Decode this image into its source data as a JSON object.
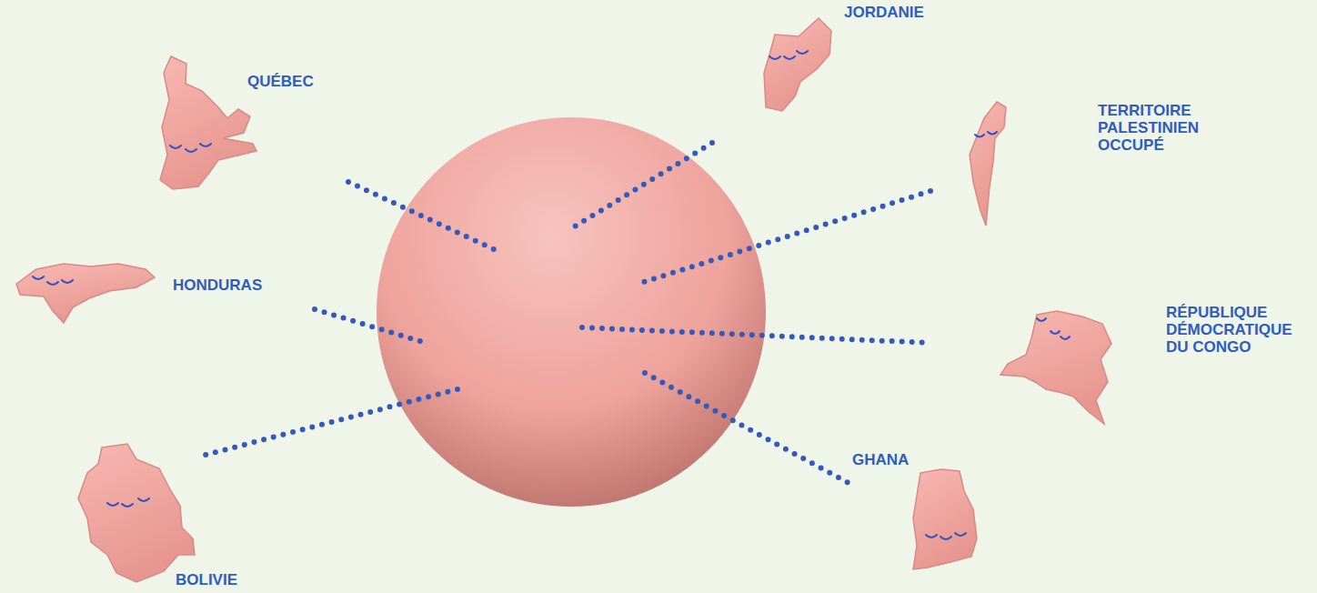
{
  "diagram": {
    "labels": [
      "QUÉBEC",
      "HONDURAS",
      "BOLIVIE",
      "JORDANIE",
      "TERRITOIRE PALESTINIEN OCCUPÉ",
      "RÉPUBLIQUE DÉMOCRATIQUE DU CONGO",
      "GHANA"
    ]
  }
}
